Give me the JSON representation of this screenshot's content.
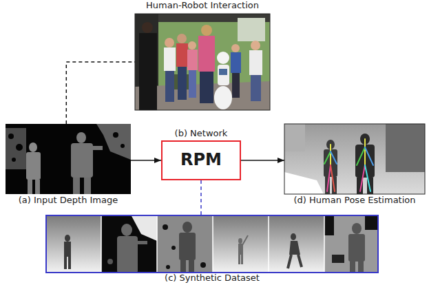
{
  "diagram": {
    "nodes": [
      {
        "text": [
          "Human-Robot Interaction"
        ]
      },
      {
        "text": [
          "(a) Input Depth Image"
        ]
      },
      {
        "text": [
          "(b) Network",
          "RPM"
        ]
      },
      {
        "text": [
          "(d) Human Pose Estimation"
        ]
      },
      {
        "text": [
          "(c) Synthetic Dataset"
        ]
      }
    ],
    "edges": [
      {
        "from": 1,
        "to": 0,
        "arrow": "none"
      },
      {
        "from": 1,
        "to": 2,
        "arrow": "to"
      },
      {
        "from": 2,
        "to": 3,
        "arrow": "to"
      },
      {
        "from": 2,
        "to": 4,
        "arrow": "none"
      }
    ]
  }
}
